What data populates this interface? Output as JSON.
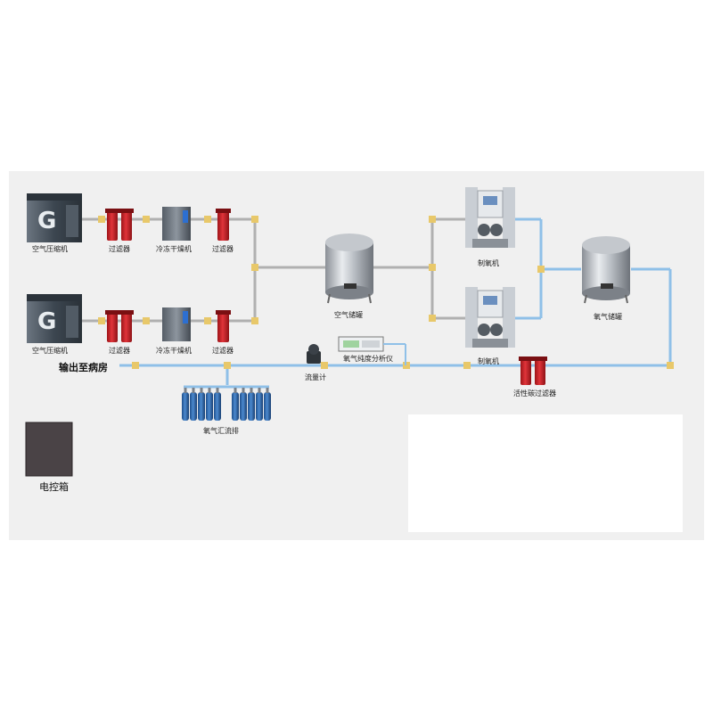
{
  "labels": {
    "compressor_top": "空气压缩机",
    "filter1_top": "过滤器",
    "dryer_top": "冷冻干燥机",
    "filter2_top": "过滤器",
    "compressor_bottom": "空气压缩机",
    "filter1_bottom": "过滤器",
    "dryer_bottom": "冷冻干燥机",
    "filter2_bottom": "过滤器",
    "air_tank": "空气储罐",
    "generator_top": "制氧机",
    "generator_bottom": "制氧机",
    "oxygen_tank": "氧气储罐",
    "carbon_filter": "活性碳过滤器",
    "analyzer": "氧气纯度分析仪",
    "flowmeter": "流量计",
    "manifold": "氧气汇流排",
    "output": "输出至病房",
    "control_box": "电控箱"
  },
  "colors": {
    "air_pipe": "#b0b0b0",
    "air_joint": "#e8c86a",
    "oxygen_pipe": "#8fc0e8",
    "filter_red": "#d4222a",
    "cylinder_blue": "#2e6db5",
    "compressor_dark": "#3c4650",
    "control_box": "#4a4346"
  }
}
